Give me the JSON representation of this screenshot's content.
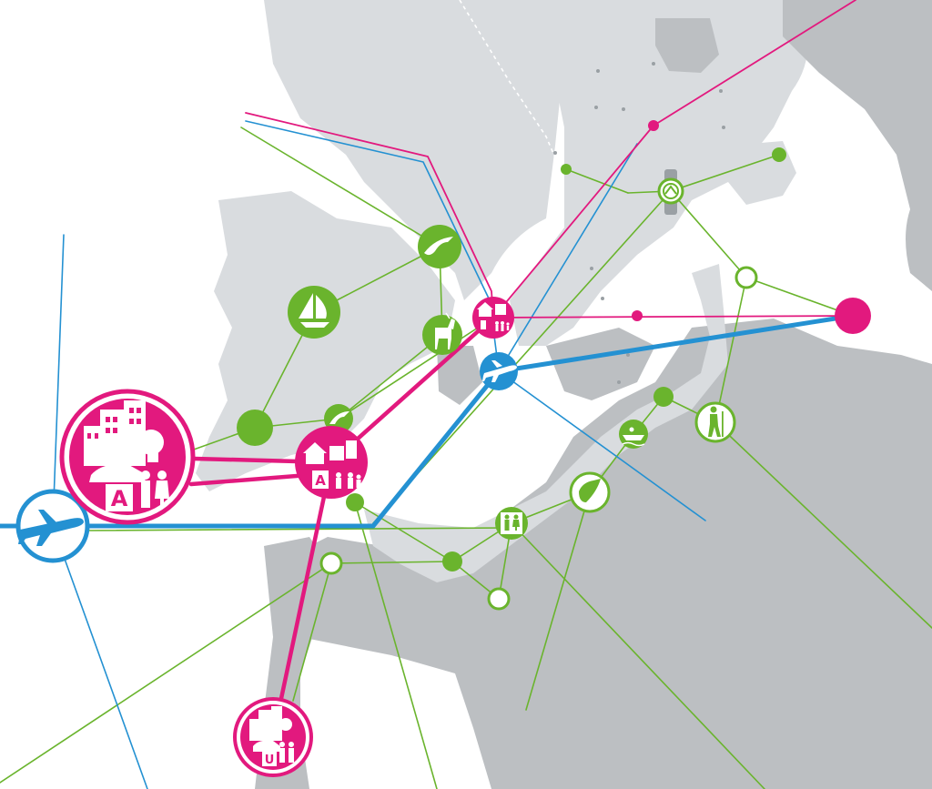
{
  "colors": {
    "land_light": "#d9dcdf",
    "land_dark": "#bcbfc2",
    "background": "#ffffff",
    "green": "#6ab42d",
    "magenta": "#e2197e",
    "blue": "#2491d2",
    "white": "#ffffff"
  },
  "nodes": {
    "city_main": {
      "badge": "A",
      "color": "magenta",
      "icon": "city-icon"
    },
    "town_center": {
      "badge": "A",
      "color": "magenta",
      "icon": "town-icon"
    },
    "town_upper": {
      "color": "magenta",
      "icon": "town-icon"
    },
    "city_south": {
      "badge": "U",
      "color": "magenta",
      "icon": "city-icon"
    },
    "magenta_destination": {
      "color": "magenta",
      "icon": "dot-icon"
    },
    "airport_west": {
      "color": "blue",
      "icon": "airplane-icon"
    },
    "airport_center": {
      "color": "blue",
      "icon": "airplane-icon"
    },
    "bird_large": {
      "color": "green",
      "icon": "bird-icon"
    },
    "sailboat": {
      "color": "green",
      "icon": "sailboat-icon"
    },
    "deer": {
      "color": "green",
      "icon": "deer-icon"
    },
    "bird_small": {
      "color": "green",
      "icon": "bird-icon"
    },
    "heritage": {
      "color": "green",
      "icon": "world-heritage-icon"
    },
    "hiker": {
      "color": "green",
      "icon": "hiker-icon"
    },
    "boat": {
      "color": "green",
      "icon": "boat-icon"
    },
    "lake": {
      "color": "green",
      "icon": "lake-icon"
    },
    "family": {
      "color": "green",
      "icon": "family-icon"
    }
  }
}
